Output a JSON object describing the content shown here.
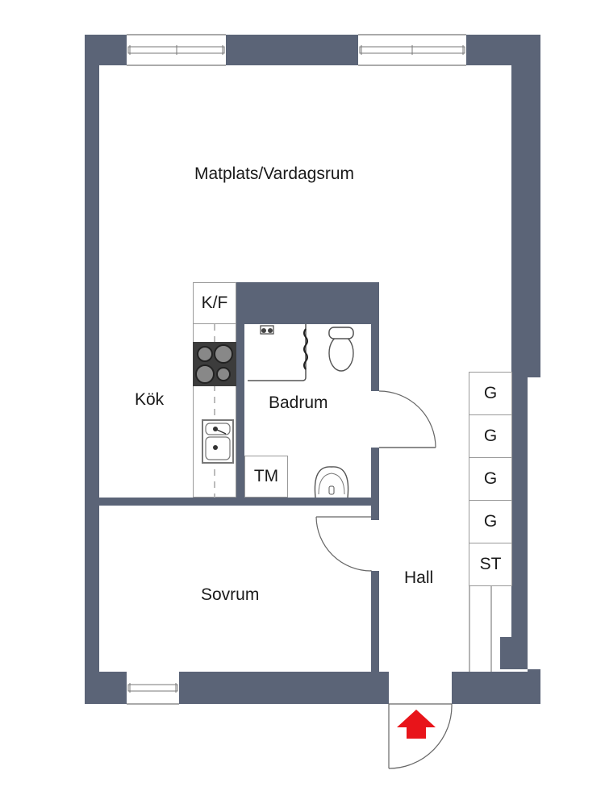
{
  "plan": {
    "wall_color": "#5b6477",
    "rooms": {
      "living": "Matplats/Vardagsrum",
      "kitchen": "Kök",
      "bathroom": "Badrum",
      "bedroom": "Sovrum",
      "hall": "Hall"
    },
    "fixtures": {
      "fridge_freezer": "K/F",
      "washing_machine": "TM",
      "wardrobes": [
        "G",
        "G",
        "G",
        "G"
      ],
      "storage": "ST"
    },
    "entrance_marker_color": "#e8141a"
  }
}
